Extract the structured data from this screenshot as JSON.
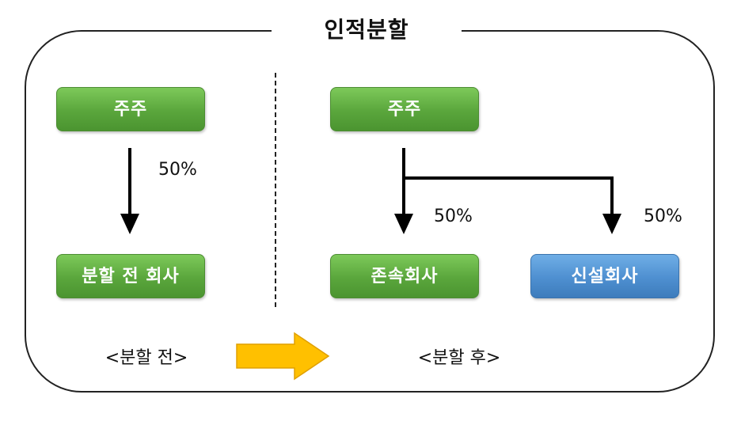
{
  "title": "인적분할",
  "before": {
    "shareholder": "주주",
    "percent": "50%",
    "company": "분할 전 회사",
    "caption": "<분할 전>"
  },
  "after": {
    "shareholder": "주주",
    "existing_percent": "50%",
    "existing_company": "존속회사",
    "new_percent": "50%",
    "new_company": "신설회사",
    "caption": "<분할 후>"
  },
  "colors": {
    "green_box": "#5aa63c",
    "blue_box": "#4e8fd0",
    "arrow_fill": "#ffc000",
    "arrow_stroke": "#e0a000"
  }
}
